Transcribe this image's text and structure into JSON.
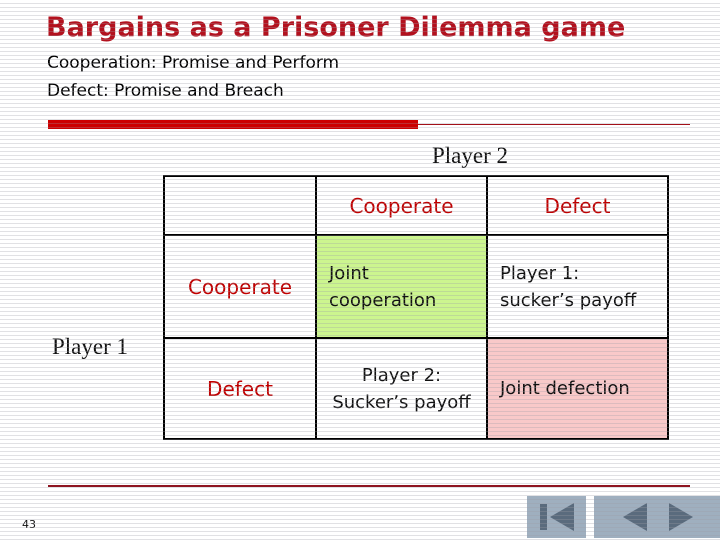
{
  "slide": {
    "title": "Bargains as a Prisoner Dilemma game",
    "subtitle_line_1": "Cooperation: Promise and Perform",
    "subtitle_line_2": "Defect: Promise and Breach",
    "page_number": "43",
    "accent_color": "#B3111E",
    "rule_color": "#CC0000"
  },
  "matrix": {
    "row_axis_label": "Player 1",
    "column_axis_label": "Player 2",
    "column_headers": [
      "",
      "Cooperate",
      "Defect"
    ],
    "rows": [
      {
        "header": "Cooperate",
        "cells": [
          {
            "text": "Joint cooperation",
            "fill": "#CCF58F",
            "align": "left"
          },
          {
            "text": "Player 1: sucker’s payoff",
            "fill": "#FFFFFF",
            "align": "left"
          }
        ]
      },
      {
        "header": "Defect",
        "cells": [
          {
            "text": "Player 2: Sucker’s payoff",
            "fill": "#FFFFFF",
            "align": "center"
          },
          {
            "text": "Joint defection",
            "fill": "#F9C9C9",
            "align": "left"
          }
        ]
      }
    ],
    "header_text_color": "#C00000",
    "body_text_color": "#111111",
    "border_color": "#000000"
  },
  "nav": {
    "first_label": "first-slide",
    "previous_label": "previous-slide",
    "next_label": "next-slide"
  }
}
